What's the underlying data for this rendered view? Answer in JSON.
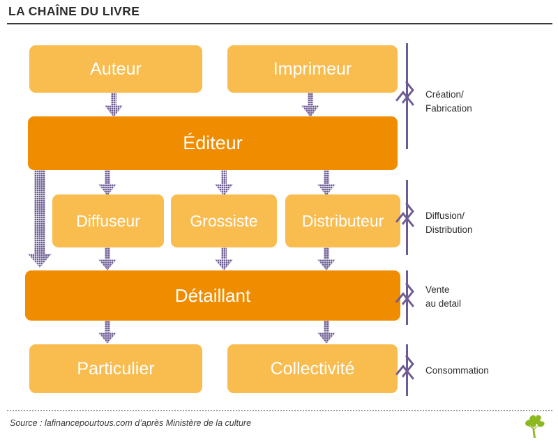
{
  "header": {
    "title": "LA CHAÎNE DU LIVRE"
  },
  "diagram": {
    "nodes": [
      {
        "id": "auteur",
        "label": "Auteur"
      },
      {
        "id": "imprimeur",
        "label": "Imprimeur"
      },
      {
        "id": "editeur",
        "label": "Éditeur"
      },
      {
        "id": "diffuseur",
        "label": "Diffuseur"
      },
      {
        "id": "grossiste",
        "label": "Grossiste"
      },
      {
        "id": "distributeur",
        "label": "Distributeur"
      },
      {
        "id": "detaillant",
        "label": "Détaillant"
      },
      {
        "id": "particulier",
        "label": "Particulier"
      },
      {
        "id": "collectivite",
        "label": "Collectivité"
      }
    ],
    "stages": [
      {
        "id": "creation",
        "label": "Création/\nFabrication"
      },
      {
        "id": "diffusion",
        "label": "Diffusion/\nDistribution"
      },
      {
        "id": "vente",
        "label": "Vente\nau detail"
      },
      {
        "id": "consommation",
        "label": "Consommation"
      }
    ]
  },
  "colors": {
    "node_light": "#f9bc4f",
    "node_dark": "#f08c00",
    "arrow": "#6d5b94",
    "brace": "#6d5b94",
    "title": "#2c2c2c",
    "logo_green": "#8cb820"
  },
  "footer": {
    "source": "Source : lafinancepourtous.com d’après Ministère de la culture"
  }
}
